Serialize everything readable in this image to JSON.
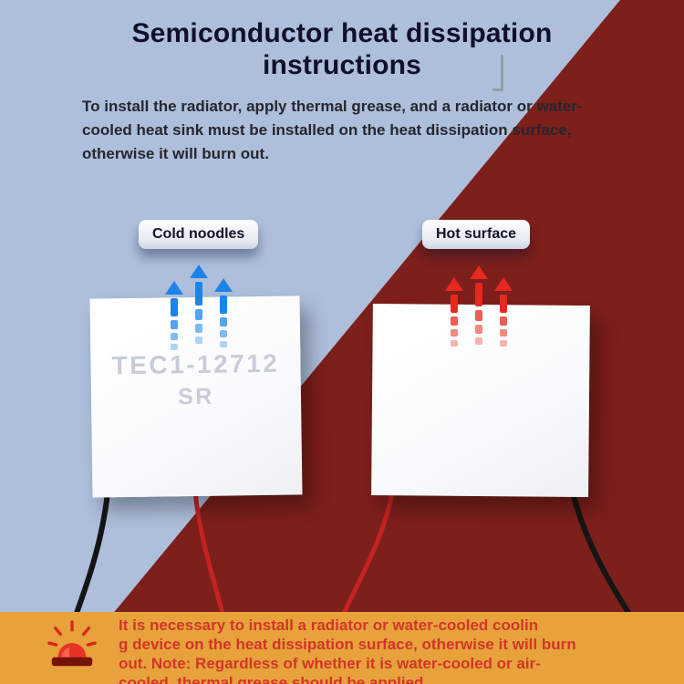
{
  "colors": {
    "cool": "#adbfdb",
    "hot": "#7d1f1b",
    "banner": "#e8a23c",
    "warningText": "#d23527",
    "coldArrow": "#1d83e8",
    "hotArrow": "#e6281e"
  },
  "header": {
    "title_line1": "Semiconductor heat dissipation",
    "title_line2": "instructions",
    "intro_lines": [
      "To install the radiator, apply thermal grease, and a radiator or water-",
      "cooled heat sink must be installed on the heat dissipation surface,",
      "otherwise it will burn out."
    ]
  },
  "cold_side": {
    "label": "Cold noodles",
    "module_model_line1": "TEC1-12712",
    "module_model_line2": "SR"
  },
  "hot_side": {
    "label": "Hot surface"
  },
  "warning": {
    "lines": [
      "It is necessary to install a radiator or water-cooled coolin",
      "g device on the heat dissipation surface, otherwise it will burn",
      "out. Note: Regardless of whether it is water-cooled or air-",
      "cooled, thermal grease should be applied"
    ]
  }
}
